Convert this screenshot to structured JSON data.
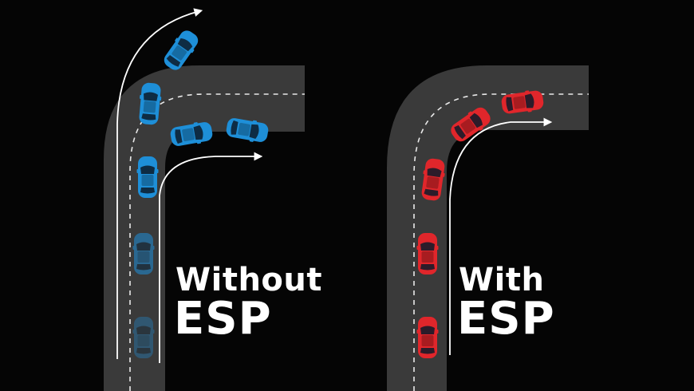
{
  "panels": [
    {
      "caption_line1": "Without",
      "caption_line2": "ESP",
      "car_color": "#1e8fd8"
    },
    {
      "caption_line1": "With",
      "caption_line2": "ESP",
      "car_color": "#e0262b"
    }
  ],
  "colors": {
    "background": "#050505",
    "road": "#3a3a3a",
    "lane_marking": "#e8e8e8",
    "arrow": "#ffffff"
  },
  "icons": [
    "car-icon",
    "arrow-icon"
  ]
}
